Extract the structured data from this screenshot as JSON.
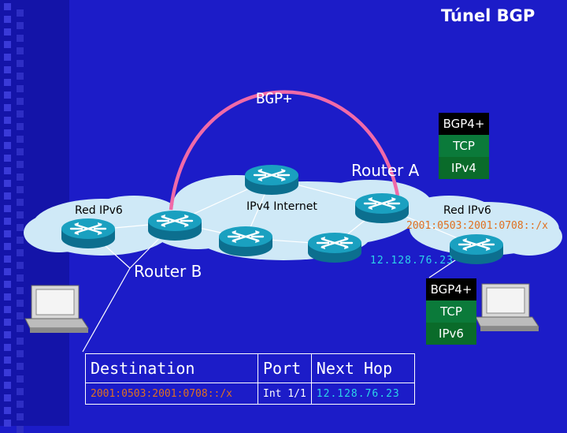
{
  "title": "Túnel BGP",
  "tunnel_label": "BGP+",
  "router_a": "Router A",
  "router_b": "Router B",
  "internet": "IPv4 Internet",
  "net_left": "Red IPv6",
  "net_right": "Red IPv6",
  "prefix_right": "2001:0503:2001:0708::/x",
  "router_a_ip": "12.128.76.23",
  "stack_a": {
    "top": "BGP4+",
    "mid": "TCP",
    "bottom": "IPv4"
  },
  "stack_b": {
    "top": "BGP4+",
    "mid": "TCP",
    "bottom": "IPv6"
  },
  "table": {
    "headers": [
      "Destination",
      "Port",
      "Next Hop"
    ],
    "rows": [
      {
        "dest": "2001:0503:2001:0708::/x",
        "port": "Int 1/1",
        "hop": "12.128.76.23"
      }
    ]
  },
  "colors": {
    "background": "#1c1cc8",
    "tunnel_arc": "#f06aa8",
    "prefix_text": "#e07020",
    "ip_text": "#2cd4e8",
    "cloud": "#cfe9f7",
    "router": "#1aa0c0"
  },
  "icons": [
    "router-icon",
    "workstation-icon",
    "cloud-icon"
  ]
}
